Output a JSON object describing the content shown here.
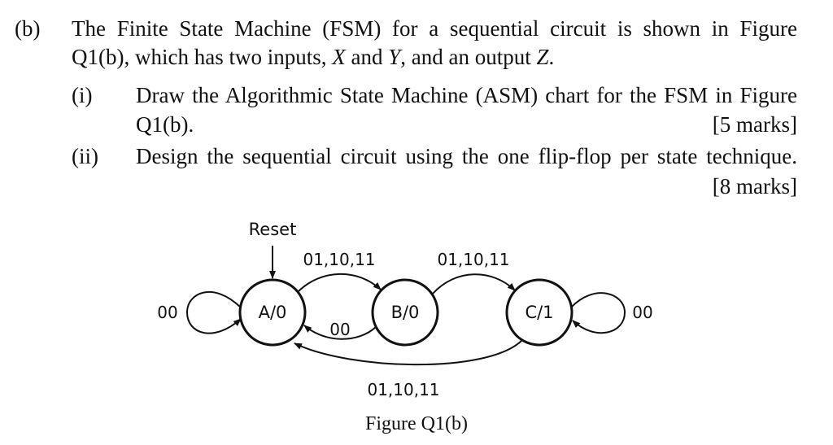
{
  "question": {
    "label": "(b)",
    "line1": "The Finite State Machine (FSM) for a sequential circuit is shown in Figure",
    "line2_pre": "Q1(b), which has two inputs, ",
    "var_x": "X",
    "line2_and": " and ",
    "var_y": "Y",
    "line2_mid": ", and an output ",
    "var_z": "Z",
    "line2_end": "."
  },
  "parts": [
    {
      "label": "(i)",
      "line1": "Draw the Algorithmic State Machine (ASM) chart for the FSM in Figure",
      "line2": "Q1(b).",
      "marks": "[5 marks]"
    },
    {
      "label": "(ii)",
      "line1": "Design the sequential circuit using the one flip-flop per state technique.",
      "marks": "[8 marks]"
    }
  ],
  "figure": {
    "reset_label": "Reset",
    "states": [
      {
        "id": "A",
        "label": "A/0"
      },
      {
        "id": "B",
        "label": "B/0"
      },
      {
        "id": "C",
        "label": "C/1"
      }
    ],
    "transitions": {
      "a_self": "00",
      "a_to_b": "01,10,11",
      "b_to_a": "00",
      "b_to_c": "01,10,11",
      "c_self": "00",
      "c_to_a": "01,10,11"
    },
    "caption": "Figure Q1(b)"
  }
}
